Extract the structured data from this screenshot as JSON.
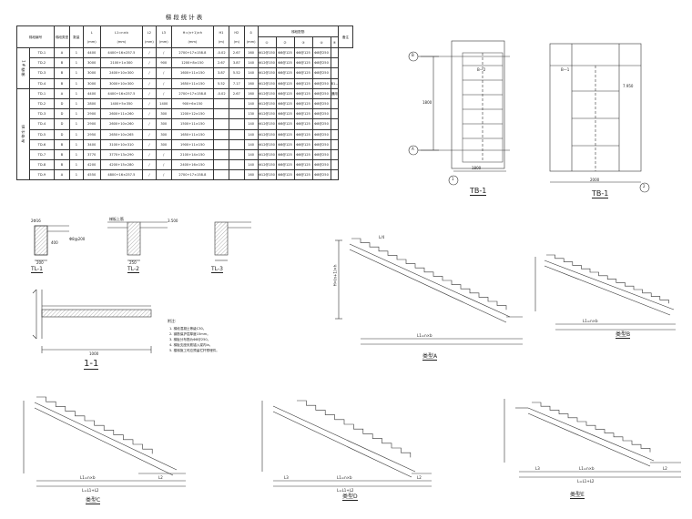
{
  "table": {
    "title": "梯段统计表",
    "headers": [
      "梯段编号",
      "梯段类型",
      "数量",
      "L",
      "L1=n×b",
      "L2",
      "L3",
      "H=(n+1)×h",
      "H1",
      "H2",
      "δ",
      "①",
      "②",
      "③",
      "④",
      "⑤",
      "备注"
    ],
    "header_units": [
      "",
      "",
      "",
      "(mm)",
      "(mm)",
      "(mm)",
      "(mm)",
      "(mm)",
      "(m)",
      "(m)",
      "(mm)",
      "",
      "",
      "",
      "",
      "",
      ""
    ],
    "rebar_group": "梯段配筋",
    "group1": "1#楼梯",
    "group2": "设计参考",
    "rows": [
      [
        "TD-1",
        "A",
        "1",
        "4400",
        "4400+16×257.5",
        "/",
        "/",
        "2700+17×158.8",
        "-0.02",
        "2.67",
        "160",
        "Φ12@150",
        "Φ8@125",
        "Φ8@125",
        "Φ8@250",
        ""
      ],
      [
        "TD-2",
        "B",
        "1",
        "3000",
        "2100+1×300",
        "/",
        "900",
        "1200+8×150",
        "2.67",
        "3.87",
        "140",
        "Φ12@150",
        "Φ8@125",
        "Φ8@125",
        "Φ8@250",
        ""
      ],
      [
        "TD-3",
        "B",
        "1",
        "3000",
        "2400+10×300",
        "/",
        "/",
        "1600+11×150",
        "3.87",
        "5.52",
        "140",
        "Φ12@150",
        "Φ8@125",
        "Φ8@125",
        "Φ8@250",
        ""
      ],
      [
        "TD-4",
        "B",
        "1",
        "3000",
        "3000+10×300",
        "/",
        "/",
        "1650+11×150",
        "5.52",
        "7.17",
        "160",
        "Φ12@150",
        "Φ8@125",
        "Φ8@125",
        "Φ8@250",
        "B1—上平台板配筋"
      ],
      [
        "TD-1",
        "A",
        "1",
        "4400",
        "4400+16×257.5",
        "/",
        "/",
        "2700+17×158.8",
        "-0.02",
        "2.67",
        "160",
        "Φ12@150",
        "Φ8@125",
        "Φ8@125",
        "Φ8@250",
        "通用"
      ],
      [
        "TD-2",
        "D",
        "1",
        "2800",
        "1400+5×350",
        "/",
        "1400",
        "900+6×150",
        "",
        "",
        "140",
        "Φ12@150",
        "Φ8@125",
        "Φ8@125",
        "Φ8@250",
        ""
      ],
      [
        "TD-3",
        "D",
        "1",
        "2900",
        "2600+11×260",
        "/",
        "300",
        "1200+12×150",
        "",
        "",
        "130",
        "Φ12@150",
        "Φ8@125",
        "Φ8@125",
        "Φ8@250",
        ""
      ],
      [
        "TD-4",
        "D",
        "1",
        "2900",
        "2600+10×260",
        "/",
        "300",
        "1500+11×150",
        "",
        "",
        "140",
        "Φ12@150",
        "Φ8@125",
        "Φ8@125",
        "Φ8@250",
        ""
      ],
      [
        "TD-5",
        "D",
        "1",
        "2950",
        "2650+10×265",
        "/",
        "300",
        "1650+11×150",
        "",
        "",
        "140",
        "Φ12@150",
        "Φ8@125",
        "Φ8@125",
        "Φ8@250",
        ""
      ],
      [
        "TD-6",
        "B",
        "1",
        "3400",
        "3100+10×310",
        "/",
        "300",
        "1900+11×150",
        "",
        "",
        "140",
        "Φ12@150",
        "Φ8@125",
        "Φ8@125",
        "Φ8@250",
        ""
      ],
      [
        "TD-7",
        "B",
        "1",
        "3770",
        "3770+13×290",
        "/",
        "/",
        "2100+14×150",
        "",
        "",
        "140",
        "Φ12@150",
        "Φ8@125",
        "Φ8@125",
        "Φ8@250",
        ""
      ],
      [
        "TD-8",
        "B",
        "1",
        "4200",
        "4200+15×280",
        "/",
        "/",
        "2400+16×150",
        "",
        "",
        "140",
        "Φ12@150",
        "Φ8@125",
        "Φ8@125",
        "Φ8@250",
        ""
      ],
      [
        "TD-9",
        "A",
        "1",
        "4550",
        "4800+16×257.5",
        "/",
        "/",
        "2700+17×158.8",
        "",
        "",
        "160",
        "Φ12@150",
        "Φ8@125",
        "Φ8@125",
        "Φ8@250",
        ""
      ]
    ]
  },
  "labels": {
    "tb1_a": "TB-1",
    "tb1_b": "TB-1",
    "tl1": "TL-1",
    "tl2": "TL-2",
    "tl3": "TL-3",
    "sec11": "1-1",
    "typeA": "类型A",
    "typeB": "类型B",
    "typeC": "类型C",
    "typeD": "类型D",
    "typeE": "类型E"
  },
  "notes": {
    "title": "附注:",
    "lines": [
      "1. 梯段混凝土等级C30。",
      "2. 钢筋保护层厚度15mm。",
      "3. 梯板分布筋为Φ8@250。",
      "4. 梯板支座负筋锚入梁内la。",
      "5. 楼梯施工时应预留栏杆预埋件。"
    ]
  },
  "dims": {
    "tl1_w": "200",
    "tl1_h": "400",
    "tl_ref": "2Φ16",
    "tl_stir": "Φ8@200",
    "tl2_w": "250",
    "tl2_lbl": "梯板上筋",
    "sec_len": "1000",
    "tb_w1": "1800",
    "tb_w2": "2000",
    "tb_h": "1800",
    "grid_a": "A",
    "grid_b": "B",
    "grid_1": "1",
    "grid_2": "2",
    "l4": "L/4",
    "l1nb": "L1=n×b",
    "lsum": "L=L1+L2",
    "l2": "L2",
    "l3": "L3",
    "hnh": "H=(n+1)×h",
    "b1": "B—1",
    "b2": "B—2",
    "hval": "3.500",
    "hval2": "7.950"
  }
}
